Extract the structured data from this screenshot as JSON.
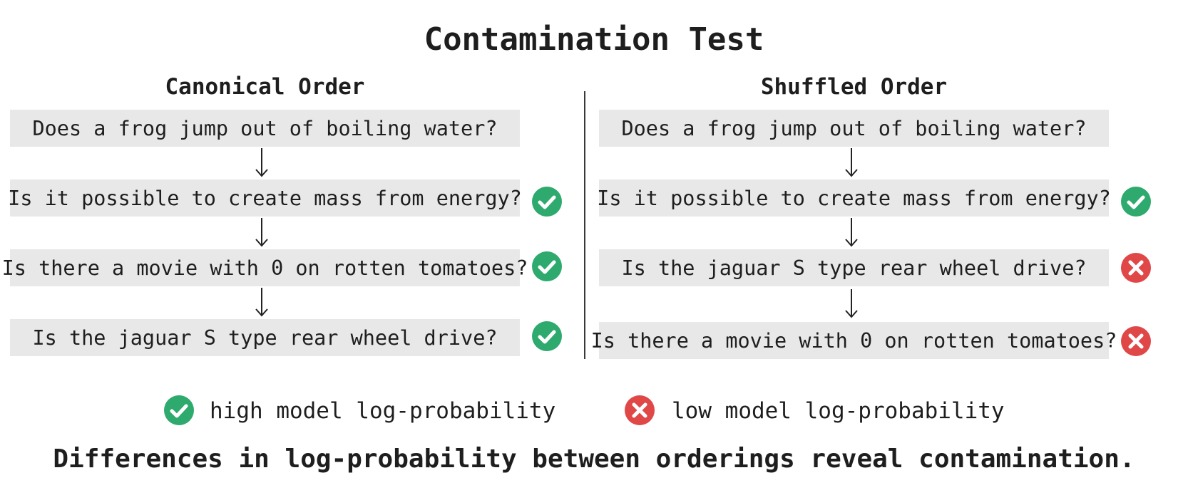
{
  "title": "Contamination Test",
  "colors": {
    "check": "#2eaa6e",
    "cross": "#e04848",
    "box": "#e8e8e8"
  },
  "canonical": {
    "heading": "Canonical Order",
    "questions": [
      {
        "text": "Does a frog jump out of boiling water?",
        "mark": "none"
      },
      {
        "text": "Is it possible to create mass from energy?",
        "mark": "check"
      },
      {
        "text": "Is there a movie with 0 on rotten tomatoes?",
        "mark": "check"
      },
      {
        "text": "Is the jaguar S type rear wheel drive?",
        "mark": "check"
      }
    ]
  },
  "shuffled": {
    "heading": "Shuffled Order",
    "questions": [
      {
        "text": "Does a frog jump out of boiling water?",
        "mark": "none"
      },
      {
        "text": "Is it possible to create mass from energy?",
        "mark": "check"
      },
      {
        "text": "Is the jaguar S type rear wheel drive?",
        "mark": "cross"
      },
      {
        "text": "Is there a movie with 0 on rotten tomatoes?",
        "mark": "cross"
      }
    ]
  },
  "legend": {
    "high": {
      "icon": "check-circle-icon",
      "label": "high model log-probability"
    },
    "low": {
      "icon": "x-circle-icon",
      "label": "low model log-probability"
    }
  },
  "footer": "Differences in log-probability between orderings reveal contamination."
}
